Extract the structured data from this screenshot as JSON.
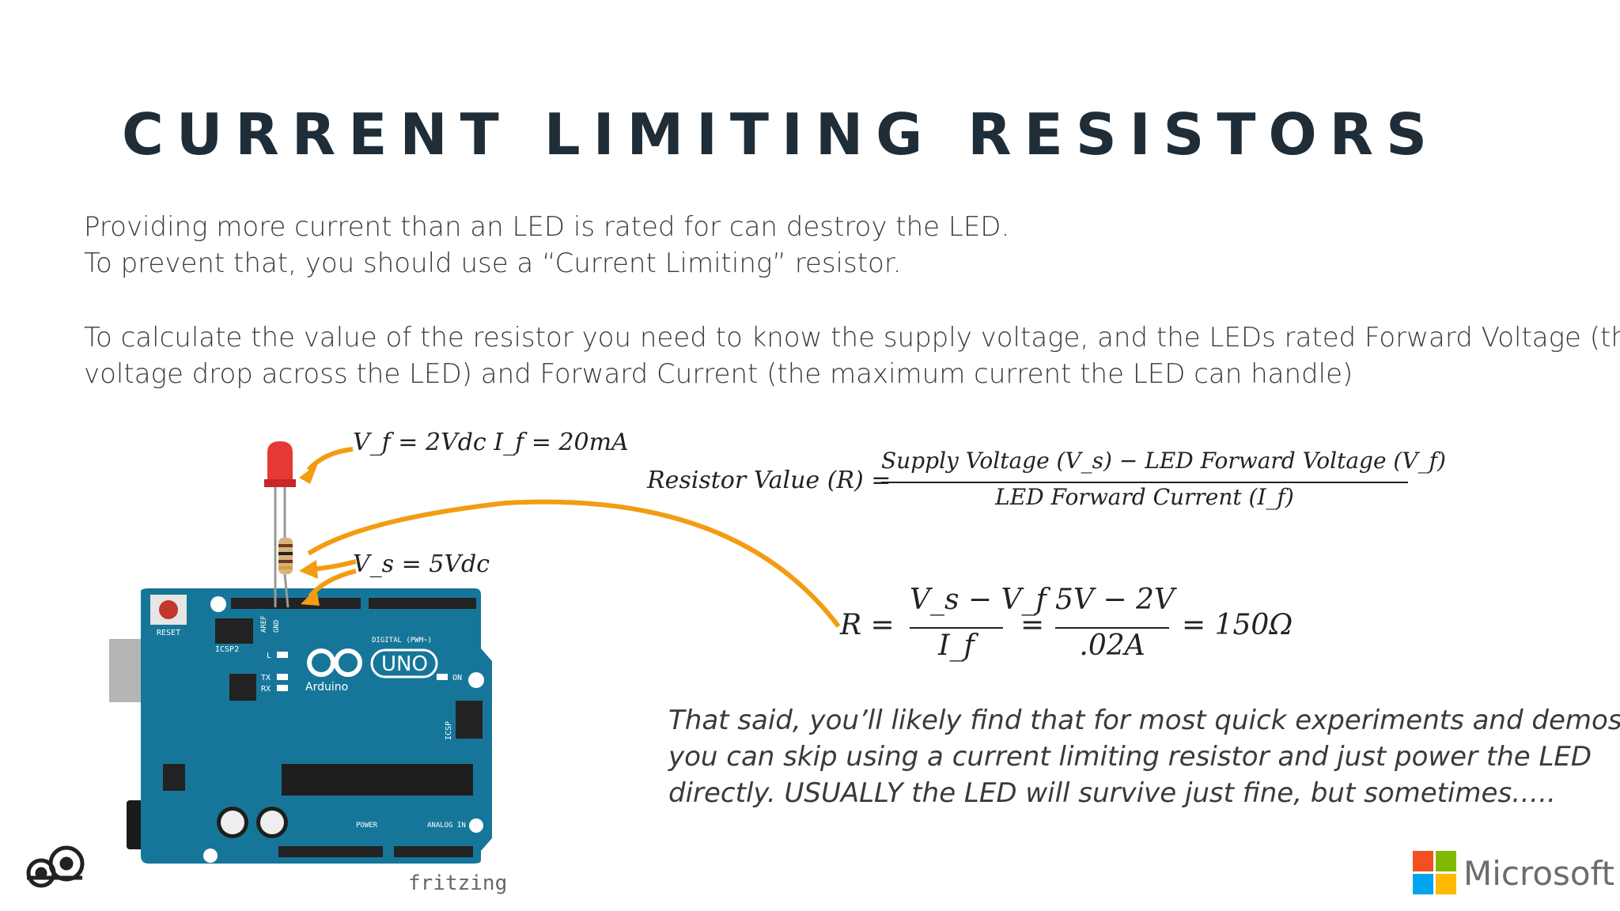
{
  "title": "CURRENT LIMITING RESISTORS",
  "intro": {
    "line1": "Providing more current than an LED is rated for can destroy the LED.",
    "line2": "To prevent that, you should use a “Current Limiting” resistor."
  },
  "calc": {
    "line1": "To calculate the value of the resistor you need to know the supply voltage, and the LEDs rated Forward Voltage (the",
    "line2": "voltage drop across the LED) and Forward Current (the maximum current the LED can handle)"
  },
  "led_label": "V_f = 2Vdc   I_f = 20mA",
  "supply_label": "V_s = 5Vdc",
  "formula": {
    "lhs": "Resistor Value (R) =",
    "numerator": "Supply Voltage (V_s) − LED Forward Voltage (V_f)",
    "denominator": "LED Forward Current (I_f)"
  },
  "calculation": {
    "r_eq": "R =",
    "frac1_num": "V_s − V_f",
    "frac1_den": "I_f",
    "eq": "=",
    "frac2_num": "5V − 2V",
    "frac2_den": ".02A",
    "result": "= 150Ω"
  },
  "note": {
    "line1": "That said, you’ll likely find that for most quick experiments and demos",
    "line2": "you can skip using a current limiting resistor and just power the LED",
    "line3": "directly.  USUALLY the LED will survive just fine, but sometimes….."
  },
  "board": {
    "reset": "RESET",
    "icsp2": "ICSP2",
    "icsp": "ICSP",
    "digital": "DIGITAL (PWM~)",
    "brand": "Arduino",
    "model": "UNO",
    "l": "L",
    "tx": "TX",
    "rx": "RX",
    "on": "ON",
    "power": "POWER",
    "analog": "ANALOG IN",
    "aref": "AREF",
    "gnd": "GND"
  },
  "fritzing": "fritzing",
  "microsoft": "Microsoft",
  "colors": {
    "arrow": "#f39c12",
    "board": "#16769a",
    "title": "#1f2d38",
    "ms_red": "#f25022",
    "ms_green": "#7fba00",
    "ms_blue": "#00a4ef",
    "ms_yellow": "#ffb900"
  }
}
